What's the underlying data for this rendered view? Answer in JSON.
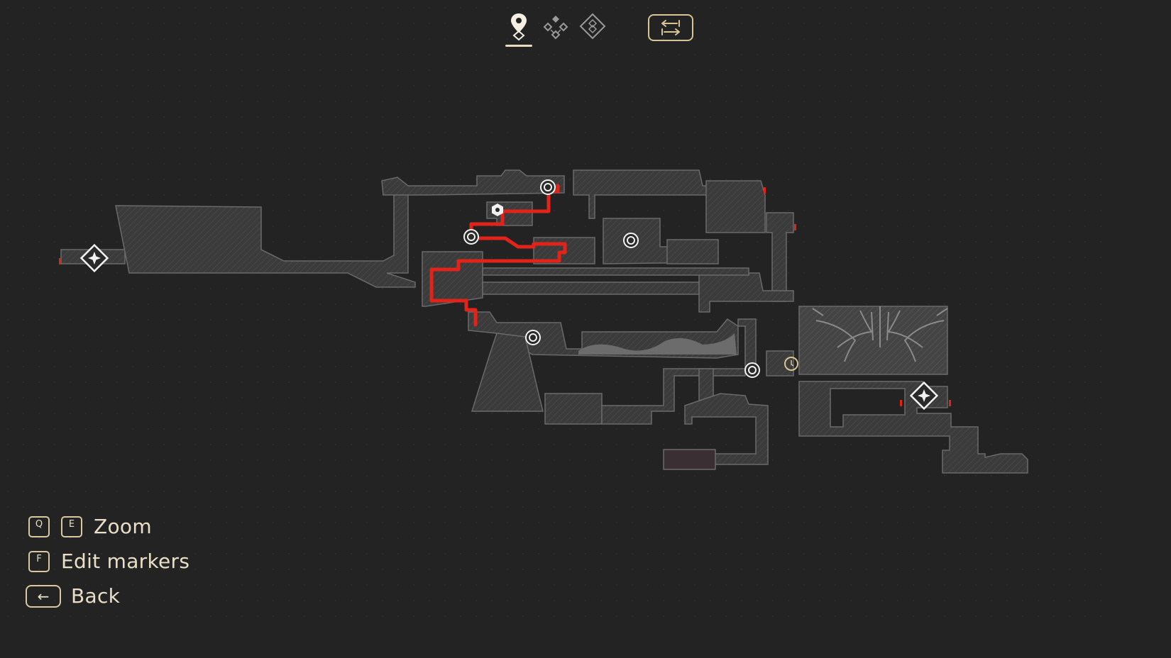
{
  "top_nav": {
    "tabs": [
      {
        "icon": "location-pin-icon",
        "active": true
      },
      {
        "icon": "waypoints-icon",
        "active": false
      },
      {
        "icon": "diamond-grid-icon",
        "active": false
      }
    ],
    "filter_icon": "swap-arrows-icon"
  },
  "map": {
    "route_color": "#e2231a",
    "wall_color": "#5a5a5a",
    "floor_color": "#3a3a3a",
    "accent_color": "#d9c593",
    "markers": [
      {
        "type": "fast-travel-icon",
        "label": "west waypoint"
      },
      {
        "type": "fast-travel-icon",
        "label": "east waypoint"
      },
      {
        "type": "spiral-icon"
      },
      {
        "type": "spiral-icon"
      },
      {
        "type": "spiral-icon"
      },
      {
        "type": "spiral-icon"
      },
      {
        "type": "spiral-icon"
      },
      {
        "type": "hexagon-icon"
      },
      {
        "type": "player-position-icon"
      }
    ]
  },
  "controls": {
    "zoom": {
      "keys": [
        "Q",
        "E"
      ],
      "label": "Zoom"
    },
    "edit": {
      "key": "F",
      "label": "Edit markers"
    },
    "back": {
      "key": "←",
      "label": "Back"
    }
  }
}
